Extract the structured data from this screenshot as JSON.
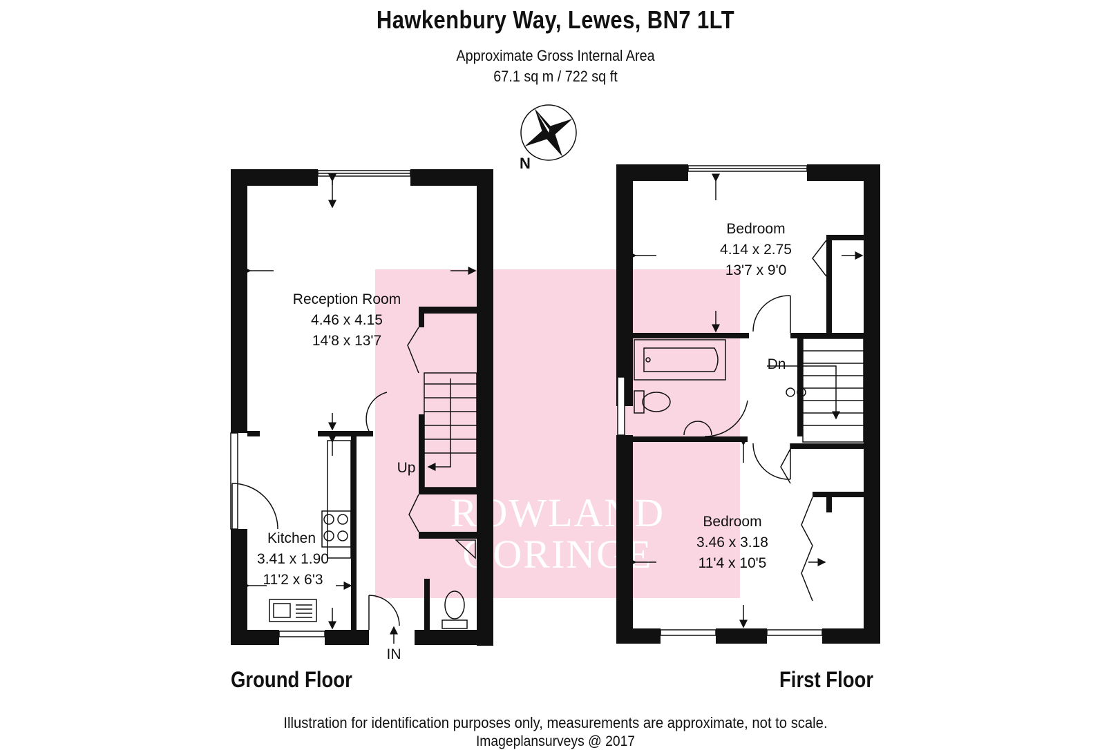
{
  "header": {
    "title": "Hawkenbury Way, Lewes, BN7 1LT",
    "area_label": "Approximate Gross Internal Area",
    "area_value": "67.1 sq m / 722 sq ft"
  },
  "compass": {
    "north_label": "N"
  },
  "ground_floor": {
    "name": "Ground Floor",
    "rooms": [
      {
        "name": "Reception Room",
        "metric": "4.46 x 4.15",
        "imperial": "14'8 x 13'7"
      },
      {
        "name": "Kitchen",
        "metric": "3.41 x 1.90",
        "imperial": "11'2 x 6'3"
      }
    ],
    "stairs_label": "Up",
    "entrance_label": "IN"
  },
  "first_floor": {
    "name": "First Floor",
    "rooms": [
      {
        "name": "Bedroom",
        "metric": "4.14 x 2.75",
        "imperial": "13'7 x 9'0"
      },
      {
        "name": "Bedroom",
        "metric": "3.46 x 3.18",
        "imperial": "11'4 x 10'5"
      }
    ],
    "stairs_label": "Dn"
  },
  "watermark": {
    "line1": "ROWLAND",
    "line2": "GORINGE",
    "color": "#f9d6e1"
  },
  "footer": {
    "disclaimer": "Illustration for identification purposes only, measurements are approximate, not to scale.",
    "credit": "Imageplansurveys @ 2017"
  }
}
